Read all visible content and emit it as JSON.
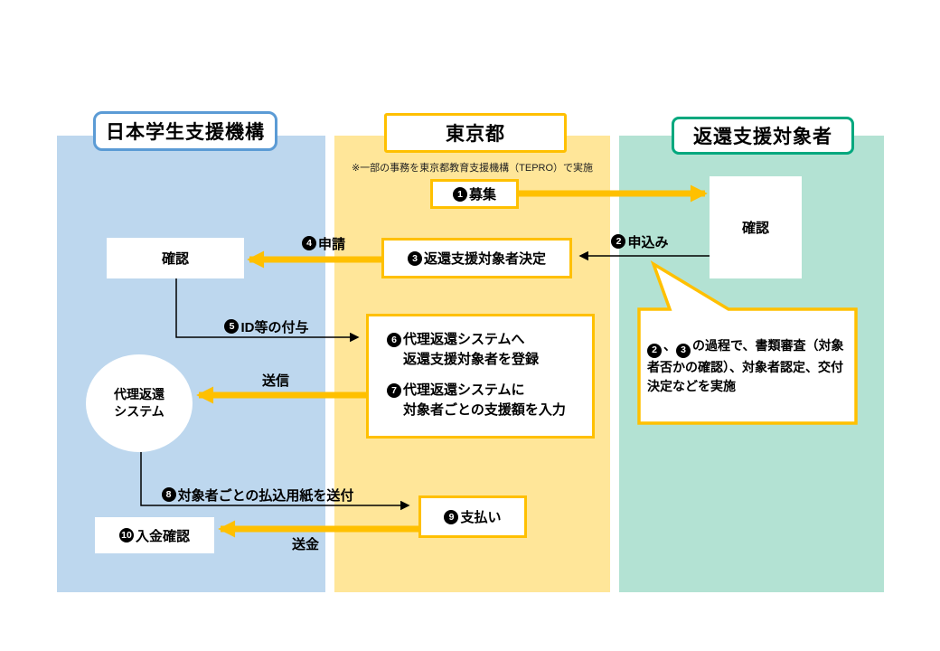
{
  "columns": {
    "jasso": {
      "title": "日本学生支援機構"
    },
    "tokyo": {
      "title": "東京都",
      "note": "※一部の事務を東京都教育支援機構（TEPRO）で実施"
    },
    "recipient": {
      "title": "返還支援対象者"
    }
  },
  "colors": {
    "jasso_bg": "#bdd7ee",
    "jasso_border": "#5b9bd5",
    "tokyo_bg": "#ffe699",
    "tokyo_border": "#ffc000",
    "recipient_bg": "#b3e2d3",
    "recipient_border": "#00a87e",
    "arrow_gold": "#ffc000",
    "arrow_black": "#000000"
  },
  "steps": {
    "s1": {
      "num": "1",
      "label": "募集"
    },
    "s2": {
      "num": "2",
      "label": "申込み"
    },
    "s3": {
      "num": "3",
      "label": "返還支援対象者決定"
    },
    "s4": {
      "num": "4",
      "label": "申請"
    },
    "s5": {
      "num": "5",
      "label": "ID等の付与"
    },
    "s6": {
      "num": "6",
      "line1": "代理返還システムへ",
      "line2": "返還支援対象者を登録"
    },
    "s7": {
      "num": "7",
      "line1": "代理返還システムに",
      "line2": "対象者ごとの支援額を入力"
    },
    "s8": {
      "num": "8",
      "label": "対象者ごとの払込用紙を送付"
    },
    "s9": {
      "num": "9",
      "label": "支払い"
    },
    "s10": {
      "num": "10",
      "label": "入金確認"
    }
  },
  "nodes": {
    "confirm_recipient": "確認",
    "confirm_jasso": "確認",
    "system_line1": "代理返還",
    "system_line2": "システム"
  },
  "edge_labels": {
    "send": "送信",
    "remit": "送金"
  },
  "callout": {
    "num1": "2",
    "sep": "、",
    "num2": "3",
    "text": "の過程で、書類審査（対象者否かの確認）、対象者認定、交付決定などを実施"
  }
}
